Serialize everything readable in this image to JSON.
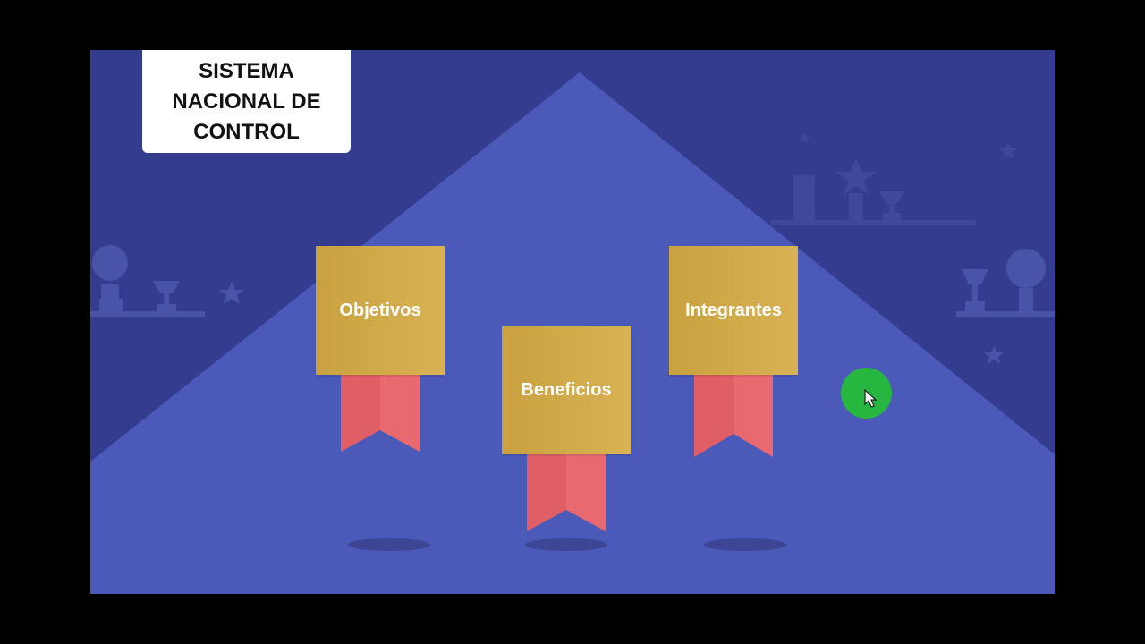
{
  "title_card": {
    "text": "SISTEMA\nNACIONAL DE\nCONTROL"
  },
  "badges": [
    {
      "label": "Objetivos"
    },
    {
      "label": "Beneficios"
    },
    {
      "label": "Integrantes"
    }
  ],
  "colors": {
    "background": "#333c8e",
    "mountain": "#4b59b8",
    "card": "#d4ab4b",
    "ribbon": "#e05e66",
    "cursor_highlight": "#27b640"
  },
  "icons": [
    "trophy-icon",
    "star-icon",
    "pointer-cursor-icon"
  ]
}
